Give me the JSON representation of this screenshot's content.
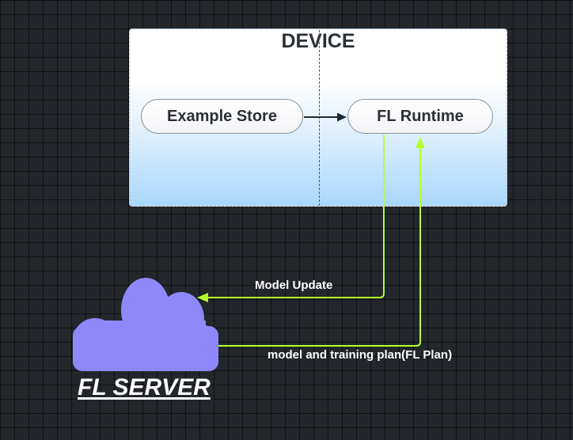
{
  "device": {
    "title": "DEVICE"
  },
  "nodes": {
    "example_store": "Example Store",
    "fl_runtime": "FL Runtime",
    "fl_server": "FL SERVER"
  },
  "edges": {
    "model_update": "Model Update",
    "training_plan": "model and training plan(FL Plan)"
  },
  "colors": {
    "flow_arrow": "#b6ff2e",
    "cloud": "#8d89fa",
    "internal_arrow": "#1f2a36"
  }
}
